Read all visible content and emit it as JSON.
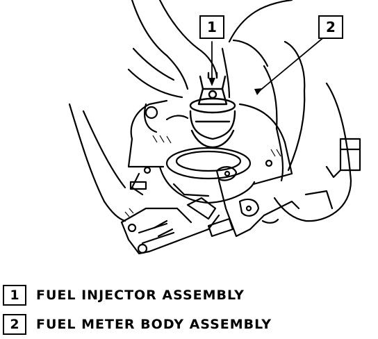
{
  "callouts": [
    {
      "number": "1"
    },
    {
      "number": "2"
    }
  ],
  "legend": [
    {
      "number": "1",
      "label": "FUEL INJECTOR ASSEMBLY"
    },
    {
      "number": "2",
      "label": "FUEL METER BODY ASSEMBLY"
    }
  ]
}
